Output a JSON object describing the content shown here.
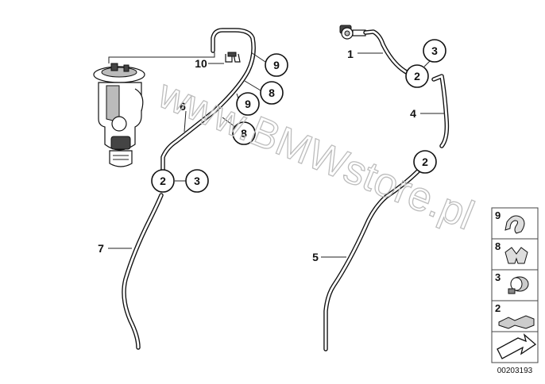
{
  "labels": {
    "item1": "1",
    "item4": "4",
    "item5": "5",
    "item6": "6",
    "item7": "7",
    "item10": "10"
  },
  "callouts": {
    "pump_2": "2",
    "pump_3": "3",
    "top_9a": "9",
    "top_8a": "8",
    "top_9b": "9",
    "top_8b": "8",
    "valve_3": "3",
    "valve_2": "2",
    "right_2": "2"
  },
  "legend": {
    "items": [
      {
        "number": "9",
        "icon": "hose-clip-icon"
      },
      {
        "number": "8",
        "icon": "cable-clip-icon"
      },
      {
        "number": "3",
        "icon": "hose-clamp-icon"
      },
      {
        "number": "2",
        "icon": "hose-connector-icon"
      },
      {
        "number": "",
        "icon": "arrow-right-icon"
      }
    ]
  },
  "watermark": "www.BMWstore.pl",
  "diagram_id": "00203193"
}
